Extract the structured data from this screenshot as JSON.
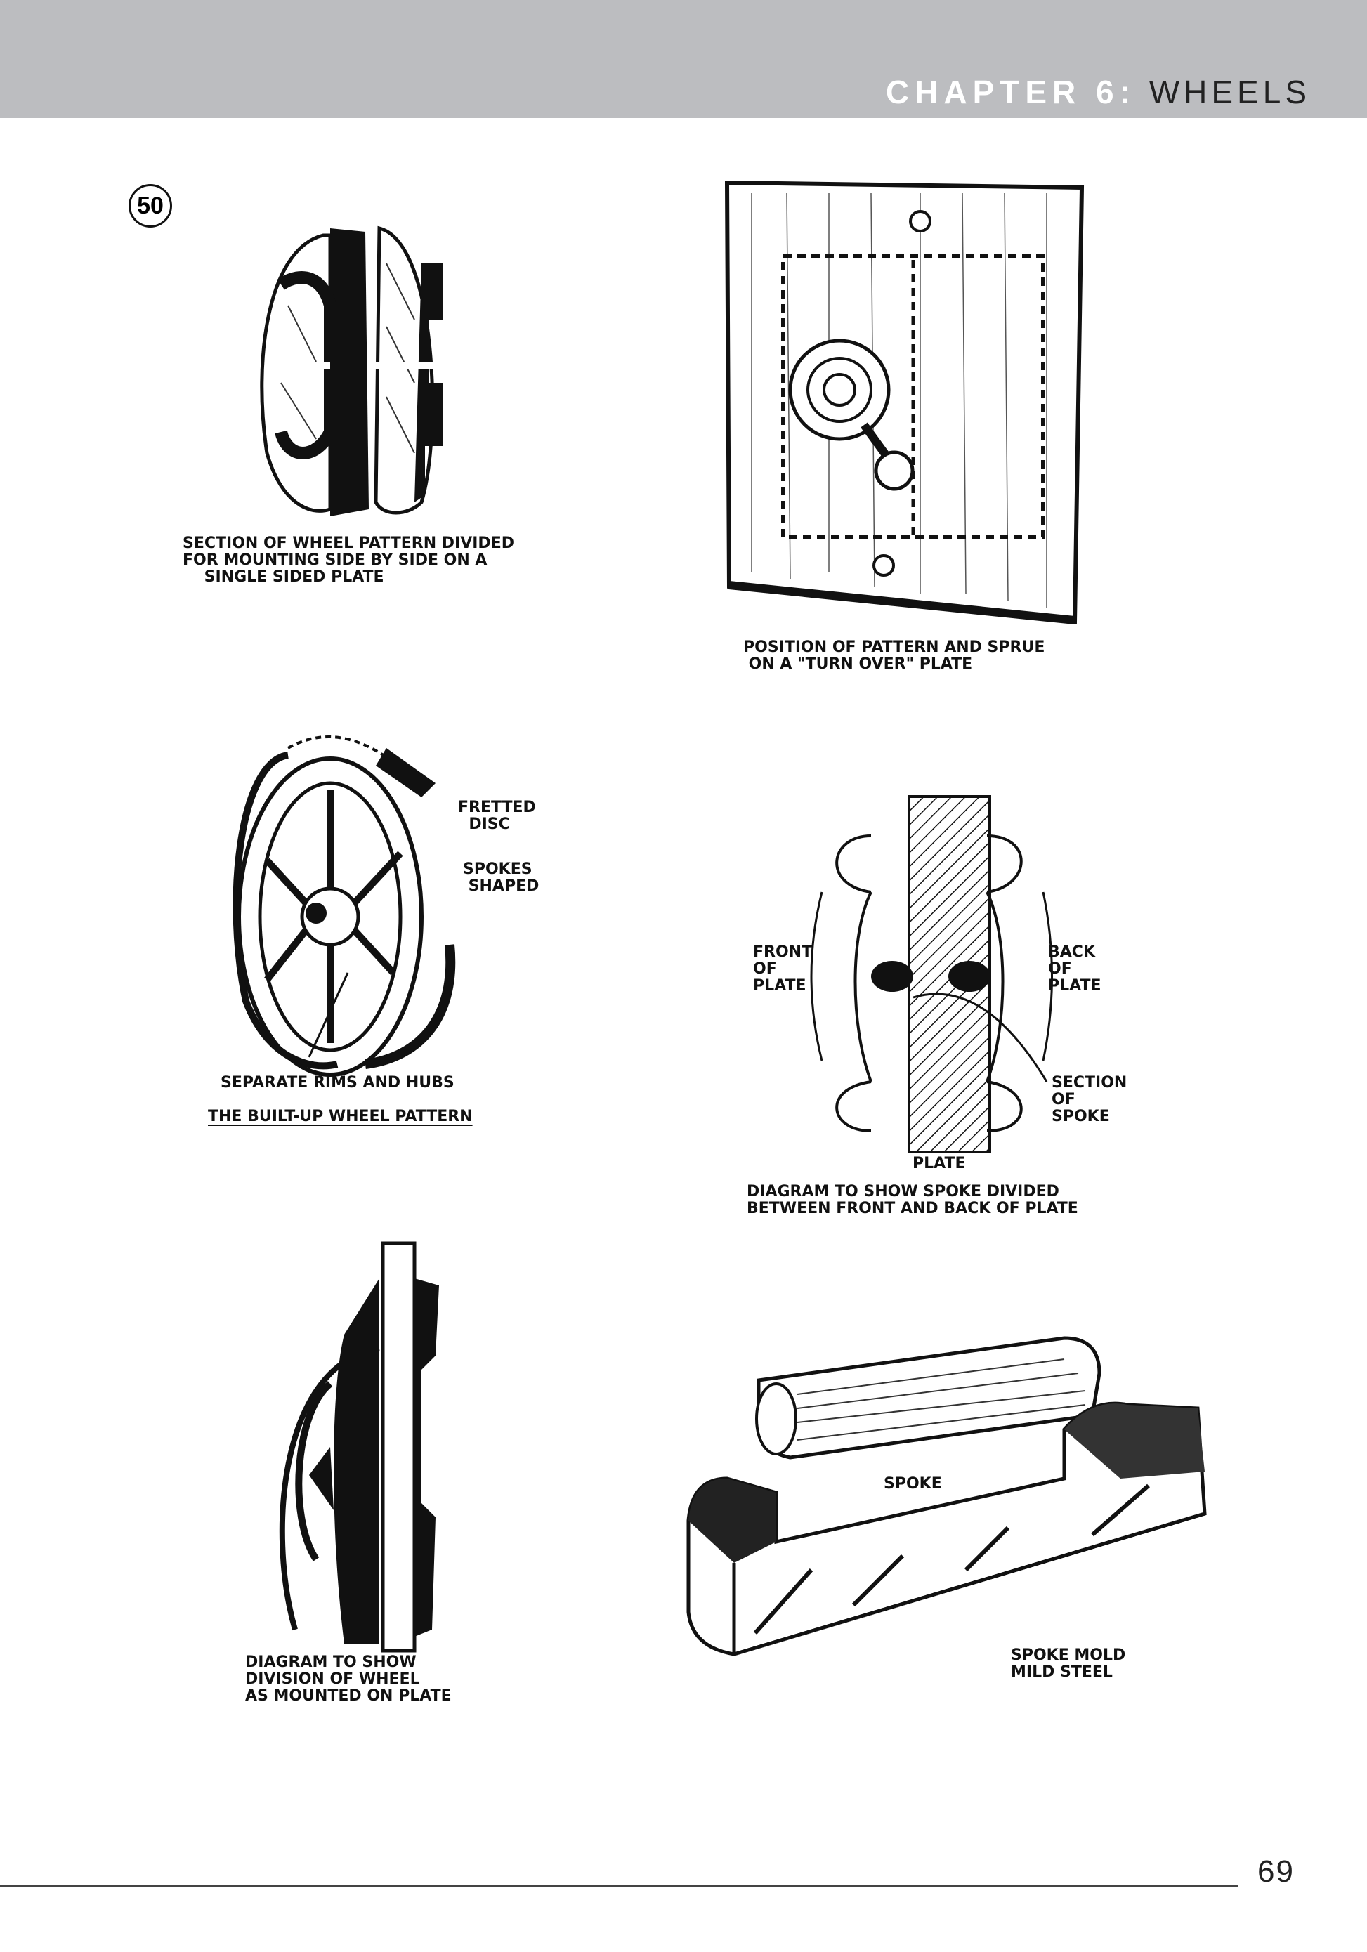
{
  "header": {
    "chapter_label": "CHAPTER 6:",
    "chapter_title": "WHEELS"
  },
  "figure_number": "50",
  "figures": {
    "wheel_section": {
      "caption": "SECTION OF WHEEL PATTERN DIVIDED\nFOR MOUNTING SIDE BY SIDE ON A\n    SINGLE SIDED PLATE"
    },
    "turnover_plate": {
      "caption": "POSITION OF PATTERN AND SPRUE\n ON A \"TURN OVER\" PLATE"
    },
    "built_up_wheel": {
      "label_fretted": "FRETTED\n  DISC",
      "label_spokes": "SPOKES\n SHAPED",
      "label_rims": "SEPARATE RIMS AND HUBS",
      "title": "THE BUILT-UP WHEEL PATTERN"
    },
    "spoke_diagram": {
      "label_front": "FRONT\nOF\nPLATE",
      "label_back": "BACK\nOF\nPLATE",
      "label_section": "SECTION\nOF\nSPOKE",
      "label_plate": "PLATE",
      "caption": "DIAGRAM TO SHOW SPOKE DIVIDED\nBETWEEN FRONT AND BACK OF PLATE"
    },
    "mounted_wheel": {
      "caption": "DIAGRAM TO SHOW\nDIVISION OF WHEEL\nAS MOUNTED ON PLATE"
    },
    "spoke_mold": {
      "label_spoke": "SPOKE",
      "caption": "SPOKE MOLD\nMILD STEEL"
    }
  },
  "footer": {
    "page_number": "69"
  }
}
